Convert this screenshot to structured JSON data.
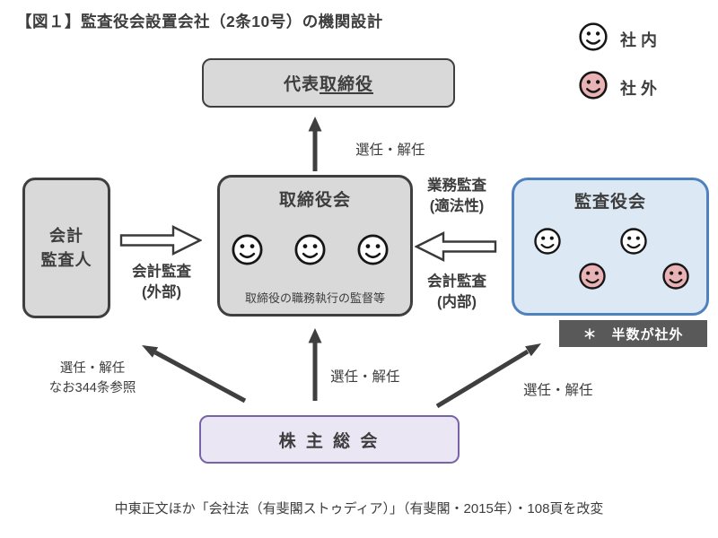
{
  "title": "【図１】監査役会設置会社（2条10号）の機関設計",
  "legend": {
    "internal": {
      "members": [
        "internal"
      ],
      "label": "社 内"
    },
    "external": {
      "members": [
        "external"
      ],
      "label": "社 外"
    }
  },
  "boxes": {
    "representative_director": {
      "label_prefix": "代表",
      "label_underlined": "取締役"
    },
    "board_of_directors": {
      "title": "取締役会",
      "members": [
        "internal",
        "internal",
        "internal"
      ],
      "note": "取締役の職務執行の監督等"
    },
    "accounting_auditor": {
      "line1": "会計",
      "line2": "監査人"
    },
    "audit_board": {
      "title": "監査役会",
      "member_rows": [
        [
          "internal",
          "internal"
        ],
        [
          "external",
          "external"
        ]
      ],
      "footnote": "＊　半数が社外"
    },
    "shareholders_meeting": {
      "label": "株 主 総 会"
    }
  },
  "labels": {
    "appoint_dismiss_top": "選任・解任",
    "accounting_audit_external_line1": "会計監査",
    "accounting_audit_external_line2": "(外部)",
    "operational_audit_line1": "業務監査",
    "operational_audit_line2": "(適法性)",
    "accounting_audit_internal_line1": "会計監査",
    "accounting_audit_internal_line2": "(内部)",
    "appoint_dismiss_left_line1": "選任・解任",
    "appoint_dismiss_left_line2": "なお344条参照",
    "appoint_dismiss_center": "選任・解任",
    "appoint_dismiss_right": "選任・解任"
  },
  "caption": "中東正文ほか「会社法（有斐閣ストゥディア）」（有斐閣・2015年）・108頁を改変",
  "colors": {
    "text": "#3d3d3d",
    "box-border": "#3f3f3f",
    "box-fill": "#d9d9d9",
    "blue-border": "#4f81bd",
    "blue-fill": "#dce8f4",
    "purple-border": "#7a62a8",
    "purple-fill": "#eae6f3",
    "badge-bg": "#595959",
    "badge-text": "#ffffff",
    "internal": "#ffffff",
    "external": "#e9b3b5",
    "arrow": "#3f3f3f"
  }
}
